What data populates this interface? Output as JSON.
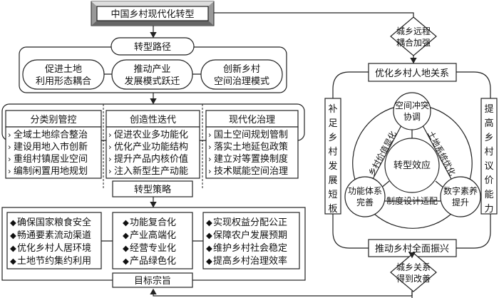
{
  "title": "中国乡村现代化转型",
  "path": {
    "label": "转型路径",
    "items": [
      [
        "促进土地",
        "利用形态耦合"
      ],
      [
        "推动产业",
        "发展模式跃迁"
      ],
      [
        "创新乡村",
        "空间治理模式"
      ]
    ]
  },
  "strategy": {
    "label": "转型策略",
    "columns": [
      {
        "header": "分类别管控",
        "items": [
          "全域土地综合整治",
          "建设用地入市创新",
          "重组村镇居业空间",
          "编制闲置用地规划"
        ]
      },
      {
        "header": "创造性迭代",
        "items": [
          "促进农业多功能化",
          "优化产业功能结构",
          "提升产品内核价值",
          "注入新型生产动能"
        ]
      },
      {
        "header": "现代化治理",
        "items": [
          "国土空间规划管制",
          "落实土地延包政策",
          "建立对等置换制度",
          "技术赋能空间治理"
        ]
      }
    ]
  },
  "goal": {
    "label": "目标宗旨",
    "columns": [
      [
        "确保国家粮食安全",
        "畅通要素流动渠道",
        "优化乡村人居环境",
        "土地节约集约利用"
      ],
      [
        "功能复合化",
        "产业高端化",
        "经营专业化",
        "产品绿色化"
      ],
      [
        "实现权益分配公正",
        "保障农户发展预期",
        "维护乡村社会稳定",
        "提高乡村治理效率"
      ]
    ]
  },
  "effect": {
    "top_diamond": [
      "城乡远程",
      "耦合加强"
    ],
    "bottom_diamond": [
      "城乡关系",
      "得到改善"
    ],
    "top_box": "优化乡村人地关系",
    "bottom_box": "推动乡村全面振兴",
    "left_box": "补足乡村发展短板",
    "right_box": "提高乡村议价能力",
    "center": "转型效应",
    "nodes": [
      [
        "空间冲突",
        "协调"
      ],
      [
        "功能体系",
        "完善"
      ],
      [
        "数字素养",
        "提升"
      ]
    ],
    "edges": {
      "left": "乡村价值显化",
      "right": "土地系统优化",
      "bottom": "制度设计适配"
    }
  }
}
